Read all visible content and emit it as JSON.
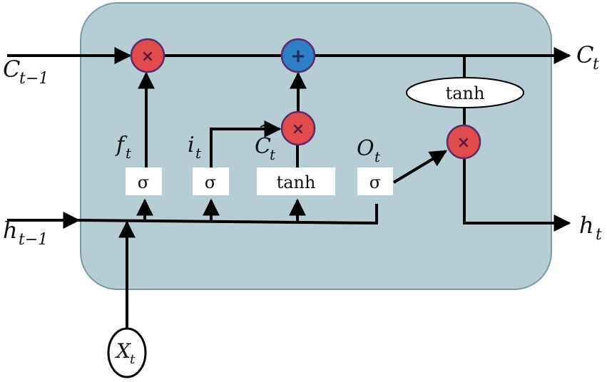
{
  "diagram": {
    "colors": {
      "cell_fill": "#b7cdd6",
      "cell_stroke": "#7e98a5",
      "line": "#000000",
      "multiply_fill": "#e04b4b",
      "add_fill": "#2f7fc6",
      "operator_stroke": "#5a2a6a",
      "box_fill": "#ffffff"
    },
    "inputs": {
      "c_prev": {
        "main": "C",
        "sub": "t−1"
      },
      "h_prev": {
        "main": "h",
        "sub": "t−1"
      },
      "x": {
        "main": "X",
        "sub": "t"
      }
    },
    "outputs": {
      "c": {
        "main": "C",
        "sub": "t"
      },
      "h": {
        "main": "h",
        "sub": "t"
      }
    },
    "gate_labels": {
      "forget": {
        "main": "f",
        "sub": "t"
      },
      "input": {
        "main": "i",
        "sub": "t"
      },
      "candidate": {
        "main": "C",
        "accent": "~",
        "sub": "t"
      },
      "output": {
        "main": "O",
        "sub": "t"
      }
    },
    "boxes": {
      "sigma_forget": "σ",
      "sigma_input": "σ",
      "tanh_candidate": "tanh",
      "sigma_output": "σ",
      "tanh_cell": "tanh"
    },
    "operators": {
      "multiply": "×",
      "add": "+"
    }
  }
}
